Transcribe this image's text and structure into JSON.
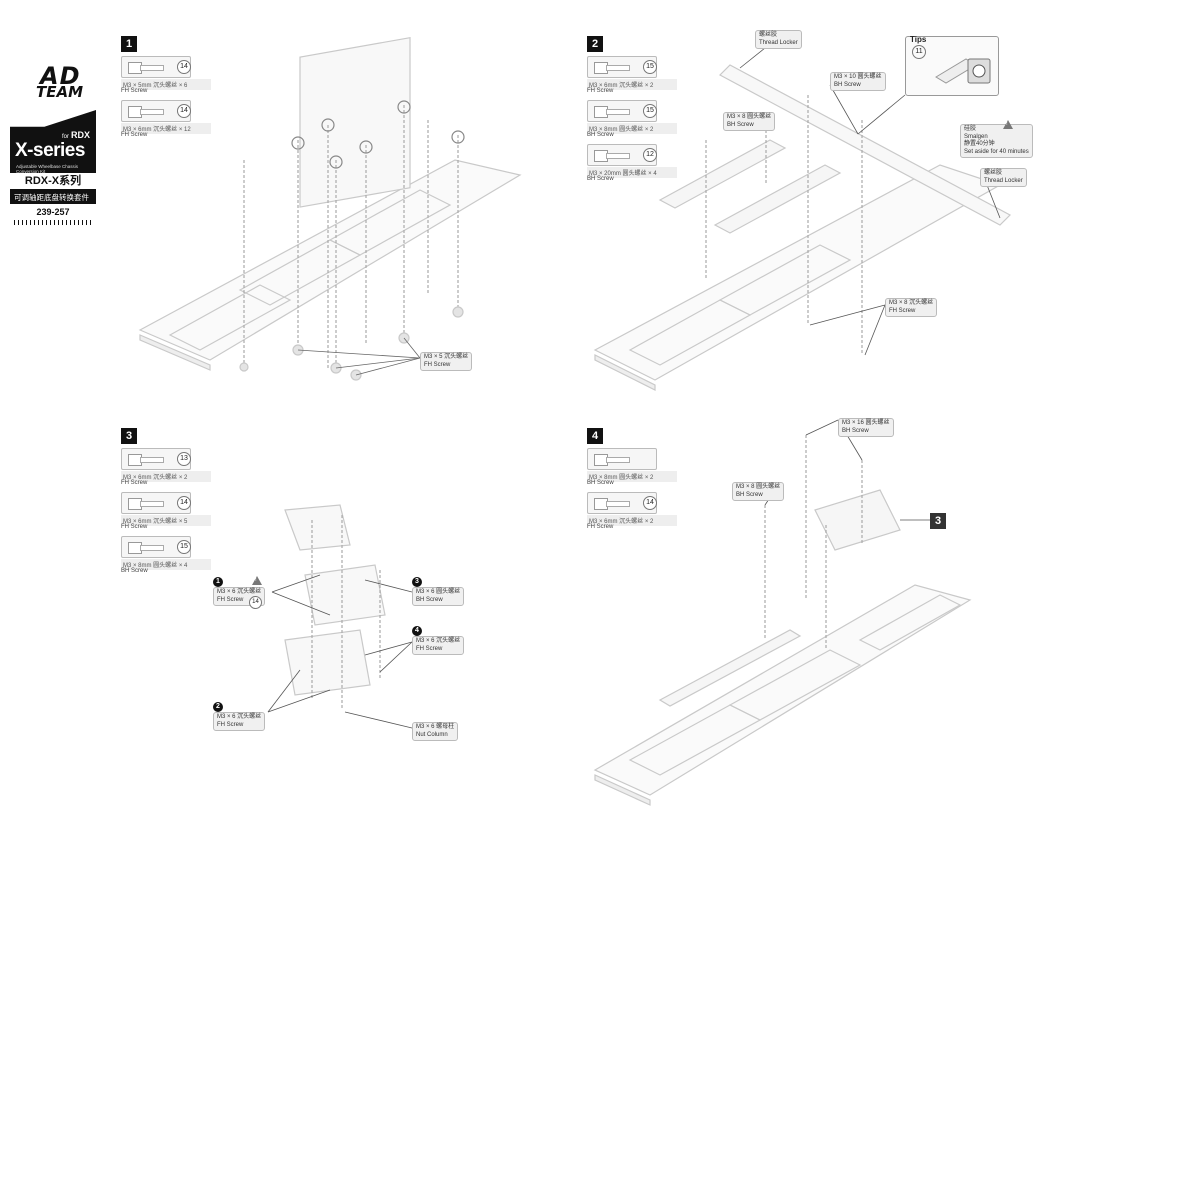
{
  "brand": {
    "logo_line1": "AD",
    "logo_line2": "TEAM",
    "for_small": "for",
    "for_model": "RDX",
    "series": "X-series",
    "subtitle": "Adjustable Wheelbase Chassis Conversion Kit",
    "model_cn": "RDX-X系列",
    "kit_cn": "可调轴距底盘转换套件",
    "range": "239-257"
  },
  "steps": [
    {
      "number": "1",
      "parts": [
        {
          "qty": "14",
          "spec": "M3 × 5mm 沉头螺丝 × 6",
          "type": "FH Screw"
        },
        {
          "qty": "14",
          "spec": "M3 × 6mm 沉头螺丝 × 12",
          "type": "FH Screw"
        }
      ],
      "callouts": [
        {
          "line1": "M3 × 5 沉头螺丝",
          "line2": "FH Screw"
        }
      ]
    },
    {
      "number": "2",
      "parts": [
        {
          "qty": "15",
          "spec": "M3 × 6mm 沉头螺丝 × 2",
          "type": "FH Screw"
        },
        {
          "qty": "15",
          "spec": "M3 × 8mm 圆头螺丝 × 2",
          "type": "BH Screw"
        },
        {
          "qty": "12",
          "spec": "M3 × 20mm 圆头螺丝 × 4",
          "type": "BH Screw"
        }
      ],
      "callouts": [
        {
          "line1": "螺丝胶",
          "line2": "Thread Locker"
        },
        {
          "line1": "M3 × 10 圆头螺丝",
          "line2": "BH Screw"
        },
        {
          "line1": "M3 × 8 圆头螺丝",
          "line2": "BH Screw"
        },
        {
          "line1": "M3 × 8 沉头螺丝",
          "line2": "FH Screw"
        },
        {
          "line1": "螺丝胶",
          "line2": "Thread Locker"
        }
      ],
      "tips": {
        "label": "Tips",
        "qty": "11"
      },
      "note": {
        "line1": "硅胶",
        "line2": "Smalgen",
        "line3": "静置40分钟",
        "line4": "Set aside for 40 minutes"
      }
    },
    {
      "number": "3",
      "parts": [
        {
          "qty": "13",
          "spec": "M3 × 6mm 沉头螺丝 × 2",
          "type": "FH Screw"
        },
        {
          "qty": "14",
          "spec": "M3 × 6mm 沉头螺丝 × 5",
          "type": "FH Screw"
        },
        {
          "qty": "15",
          "spec": "M3 × 8mm 圆头螺丝 × 4",
          "type": "BH Screw"
        }
      ],
      "callouts": [
        {
          "num": "1",
          "line1": "M3 × 6 沉头螺丝",
          "line2": "FH Screw",
          "qty": "14"
        },
        {
          "num": "2",
          "line1": "M3 × 6 沉头螺丝",
          "line2": "FH Screw"
        },
        {
          "num": "3",
          "line1": "M3 × 6 圆头螺丝",
          "line2": "BH Screw"
        },
        {
          "num": "4",
          "line1": "M3 × 6 沉头螺丝",
          "line2": "FH Screw"
        },
        {
          "line1": "M3 × 6 螺母柱",
          "line2": "Nut Column"
        }
      ]
    },
    {
      "number": "4",
      "parts": [
        {
          "qty": "",
          "spec": "M3 × 8mm 圆头螺丝 × 2",
          "type": "BH Screw"
        },
        {
          "qty": "14",
          "spec": "M3 × 6mm 沉头螺丝 × 2",
          "type": "FH Screw"
        }
      ],
      "callouts": [
        {
          "line1": "M3 × 16 圆头螺丝",
          "line2": "BH Screw"
        },
        {
          "line1": "M3 × 8 圆头螺丝",
          "line2": "BH Screw"
        }
      ],
      "ref_step": "3"
    }
  ]
}
